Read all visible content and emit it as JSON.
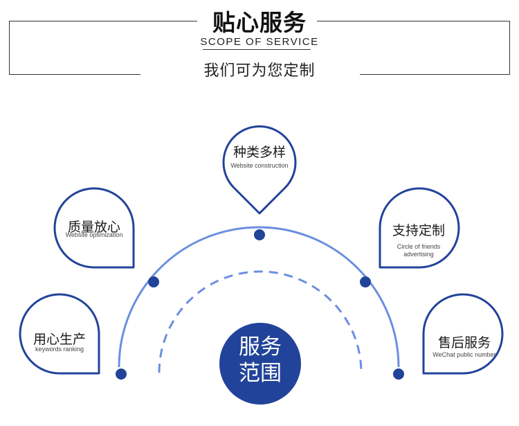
{
  "header": {
    "title": "贴心服务",
    "subtitle": "SCOPE OF SERVICE",
    "tagline": "我们可为您定制"
  },
  "center": {
    "line1": "服务",
    "line2": "范围"
  },
  "services": [
    {
      "cn": "用心生产",
      "en": "keywords ranking"
    },
    {
      "cn": "质量放心",
      "en": "Website optimization"
    },
    {
      "cn": "种类多样",
      "en": "Website construction"
    },
    {
      "cn": "支持定制",
      "en_line1": "Circle of friends",
      "en_line2": "advertising"
    },
    {
      "cn": "售后服务",
      "en": "WeChat public number"
    }
  ],
  "colors": {
    "primary_blue": "#22439a",
    "arc_blue": "#6b8fe0",
    "frame": "#333333"
  }
}
